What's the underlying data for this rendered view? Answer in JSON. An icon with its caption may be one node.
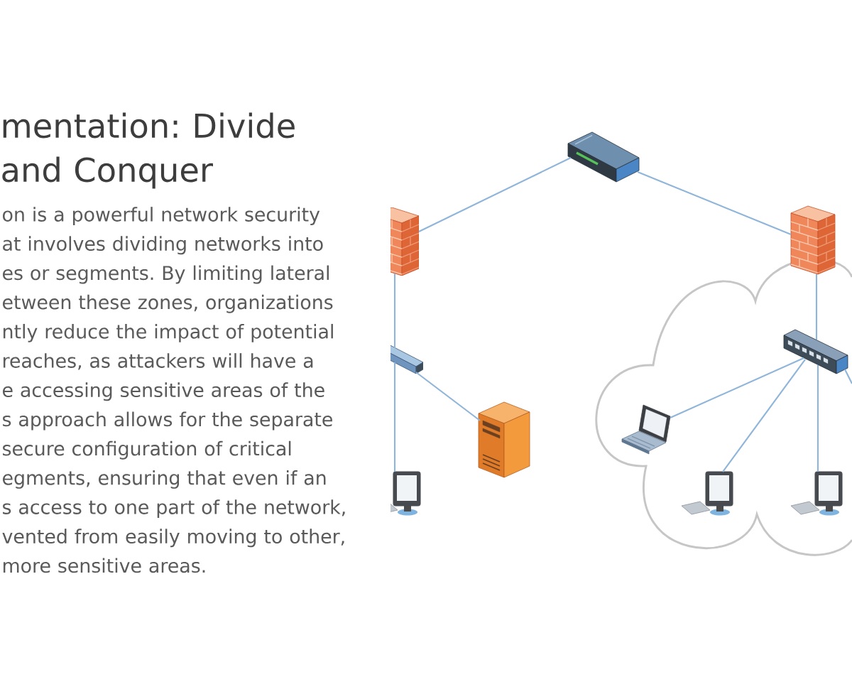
{
  "diagram": {
    "title": "mentation: Divide and Conquer",
    "nodes": [
      {
        "text": [],
        "shape": "picture"
      },
      {
        "text": [],
        "shape": "picture"
      },
      {
        "text": [],
        "shape": "picture"
      },
      {
        "text": [],
        "shape": "picture"
      },
      {
        "text": [],
        "shape": "picture"
      },
      {
        "text": [],
        "shape": "picture"
      },
      {
        "text": [],
        "shape": "cloud"
      },
      {
        "text": [],
        "shape": "picture",
        "in": 6
      },
      {
        "text": [],
        "shape": "picture",
        "in": 6
      },
      {
        "text": [],
        "shape": "picture",
        "in": 6
      },
      {
        "text": [],
        "shape": "picture",
        "in": 6
      }
    ],
    "edges": [
      {
        "from": 0,
        "to": 1,
        "arrow": "none"
      },
      {
        "from": 0,
        "to": 2,
        "arrow": "none"
      },
      {
        "from": 1,
        "to": 3,
        "arrow": "none"
      },
      {
        "from": 3,
        "to": 4,
        "arrow": "none"
      },
      {
        "from": 3,
        "to": 5,
        "arrow": "none"
      },
      {
        "from": 2,
        "to": 7,
        "arrow": "none"
      },
      {
        "from": 7,
        "to": 8,
        "arrow": "none"
      },
      {
        "from": 7,
        "to": 9,
        "arrow": "none"
      },
      {
        "from": 7,
        "to": 10,
        "arrow": "none"
      },
      {
        "from": 7,
        "to": null,
        "arrow": "none"
      }
    ],
    "labels": [
      "on is a powerful network security at involves dividing networks into es or segments. By limiting lateral etween these zones, organizations ntly reduce the impact of potential reaches, as attackers will have a e accessing sensitive areas of the s approach allows for the separate secure configuration of critical egments, ensuring that even if an s access to one part of the network, vented from easily moving to other, more sensitive areas."
    ]
  }
}
